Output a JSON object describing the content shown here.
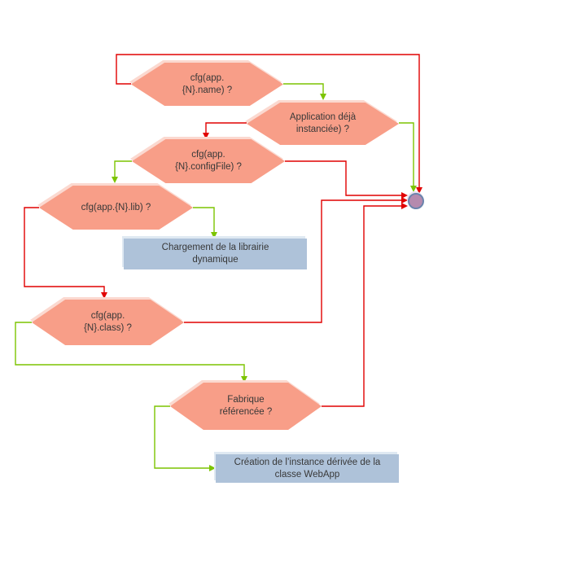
{
  "diagram": {
    "type": "flowchart",
    "language": "fr",
    "nodes": [
      {
        "id": "decision-cfg-name",
        "shape": "hexagon",
        "label": "cfg(app.\n{N}.name) ?"
      },
      {
        "id": "decision-app-already-instantiated",
        "shape": "hexagon",
        "label": "Application déjà\ninstanciée) ?"
      },
      {
        "id": "decision-cfg-configfile",
        "shape": "hexagon",
        "label": "cfg(app.\n{N}.configFile) ?"
      },
      {
        "id": "decision-cfg-lib",
        "shape": "hexagon",
        "label": "cfg(app.{N}.lib) ?"
      },
      {
        "id": "process-load-library",
        "shape": "rect",
        "label": "Chargement de la librairie\ndynamique"
      },
      {
        "id": "decision-cfg-class",
        "shape": "hexagon",
        "label": "cfg(app.\n{N}.class) ?"
      },
      {
        "id": "decision-factory-referenced",
        "shape": "hexagon",
        "label": "Fabrique\nréférencée ?"
      },
      {
        "id": "process-create-instance",
        "shape": "rect",
        "label": "Création de l’instance dérivée de la\nclasse WebApp"
      },
      {
        "id": "end-node",
        "shape": "circle",
        "label": ""
      }
    ],
    "edges": [
      {
        "from": "decision-cfg-name",
        "to": "end-node",
        "color": "red"
      },
      {
        "from": "decision-cfg-name",
        "to": "decision-app-already-instantiated",
        "color": "green"
      },
      {
        "from": "decision-app-already-instantiated",
        "to": "decision-cfg-configfile",
        "color": "red"
      },
      {
        "from": "decision-app-already-instantiated",
        "to": "end-node",
        "color": "green"
      },
      {
        "from": "decision-cfg-configfile",
        "to": "end-node",
        "color": "red"
      },
      {
        "from": "decision-cfg-configfile",
        "to": "decision-cfg-lib",
        "color": "green"
      },
      {
        "from": "decision-cfg-lib",
        "to": "process-load-library",
        "color": "green"
      },
      {
        "from": "decision-cfg-lib",
        "to": "decision-cfg-class",
        "color": "red"
      },
      {
        "from": "decision-cfg-class",
        "to": "end-node",
        "color": "red"
      },
      {
        "from": "decision-cfg-class",
        "to": "decision-factory-referenced",
        "color": "green"
      },
      {
        "from": "decision-factory-referenced",
        "to": "end-node",
        "color": "red"
      },
      {
        "from": "decision-factory-referenced",
        "to": "process-create-instance",
        "color": "green"
      }
    ],
    "colors": {
      "edge_red": "#e10000",
      "edge_green": "#7cc400",
      "hexagon_fill": "#f89e88",
      "hexagon_highlight": "#fbd9d0",
      "rect_fill": "#aec2d9",
      "rect_highlight": "#dfe9f2",
      "circle_fill": "#b58aae",
      "circle_border": "#6b84ad",
      "text": "#383838",
      "background": "#ffffff"
    }
  }
}
